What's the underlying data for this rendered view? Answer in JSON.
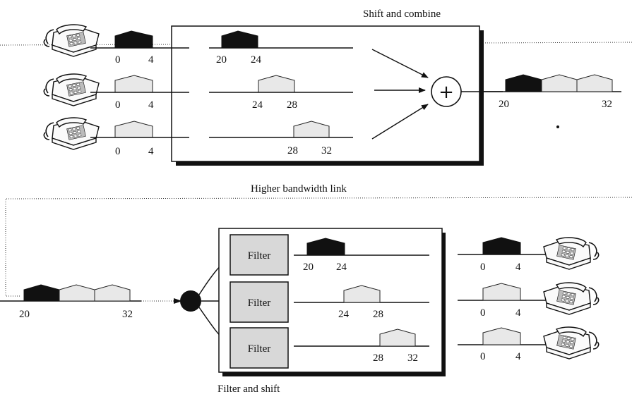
{
  "top": {
    "title": "Shift and combine",
    "inputs": [
      {
        "tick_low": "0",
        "tick_high": "4",
        "shift_low": "20",
        "shift_high": "24",
        "shade": "dark"
      },
      {
        "tick_low": "0",
        "tick_high": "4",
        "shift_low": "24",
        "shift_high": "28",
        "shade": "light"
      },
      {
        "tick_low": "0",
        "tick_high": "4",
        "shift_low": "28",
        "shift_high": "32",
        "shade": "light"
      }
    ],
    "combiner_symbol": "+",
    "output": {
      "tick_low": "20",
      "tick_high": "32"
    }
  },
  "link": {
    "label": "Higher bandwidth link",
    "tick_low": "20",
    "tick_high": "32"
  },
  "bottom": {
    "title": "Filter and shift",
    "channels": [
      {
        "filter_label": "Filter",
        "band_low": "20",
        "band_high": "24",
        "out_low": "0",
        "out_high": "4",
        "shade": "dark"
      },
      {
        "filter_label": "Filter",
        "band_low": "24",
        "band_high": "28",
        "out_low": "0",
        "out_high": "4",
        "shade": "light"
      },
      {
        "filter_label": "Filter",
        "band_low": "28",
        "band_high": "32",
        "out_low": "0",
        "out_high": "4",
        "shade": "light"
      }
    ]
  }
}
